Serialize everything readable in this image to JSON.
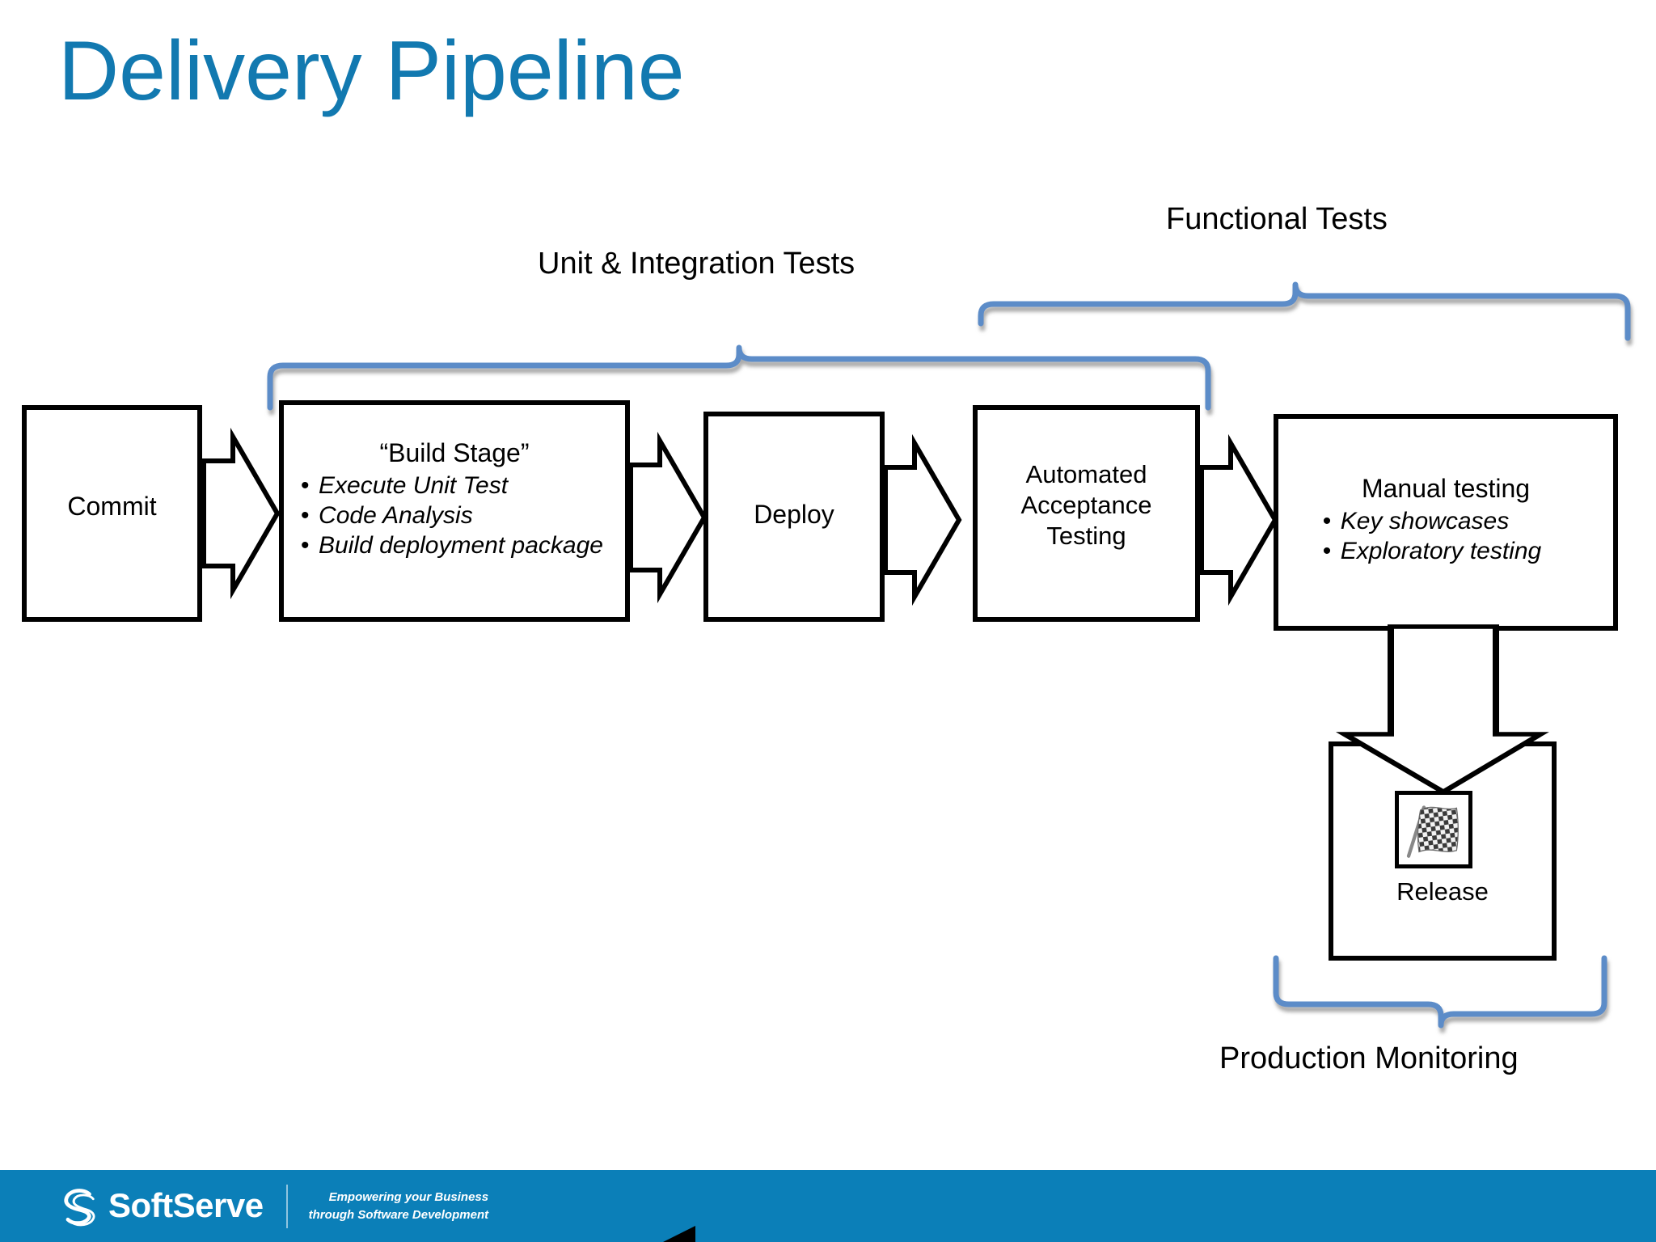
{
  "slide": {
    "title": "Delivery Pipeline",
    "title_color": "#1279B0",
    "background": "#ffffff"
  },
  "braces": {
    "accent_color": "#5B8CC8",
    "shadow_color": "#BFBFBF",
    "unit_integration": {
      "label": "Unit & Integration Tests"
    },
    "functional": {
      "label": "Functional Tests"
    },
    "production": {
      "label": "Production Monitoring"
    }
  },
  "pipeline": {
    "stages": [
      {
        "id": "commit",
        "title": "Commit",
        "bullets": []
      },
      {
        "id": "build-stage",
        "title": "“Build Stage”",
        "bullets": [
          "Execute Unit Test",
          "Code Analysis",
          "Build deployment package"
        ]
      },
      {
        "id": "deploy",
        "title": "Deploy",
        "bullets": []
      },
      {
        "id": "automated-acceptance-testing",
        "title_lines": [
          "Automated",
          "Acceptance",
          "Testing"
        ],
        "bullets": []
      },
      {
        "id": "manual-testing",
        "title": "Manual testing",
        "bullets": [
          "Key showcases",
          "Exploratory testing"
        ]
      }
    ],
    "release": {
      "id": "release",
      "label": "Release",
      "icon": "checkered-flag-icon"
    }
  },
  "footer": {
    "background": "#0B7FB8",
    "brand": "SoftServe",
    "logo_icon": "softserve-s-logo-icon",
    "tagline_line1": "Empowering your Business",
    "tagline_line2": "through Software Development"
  }
}
